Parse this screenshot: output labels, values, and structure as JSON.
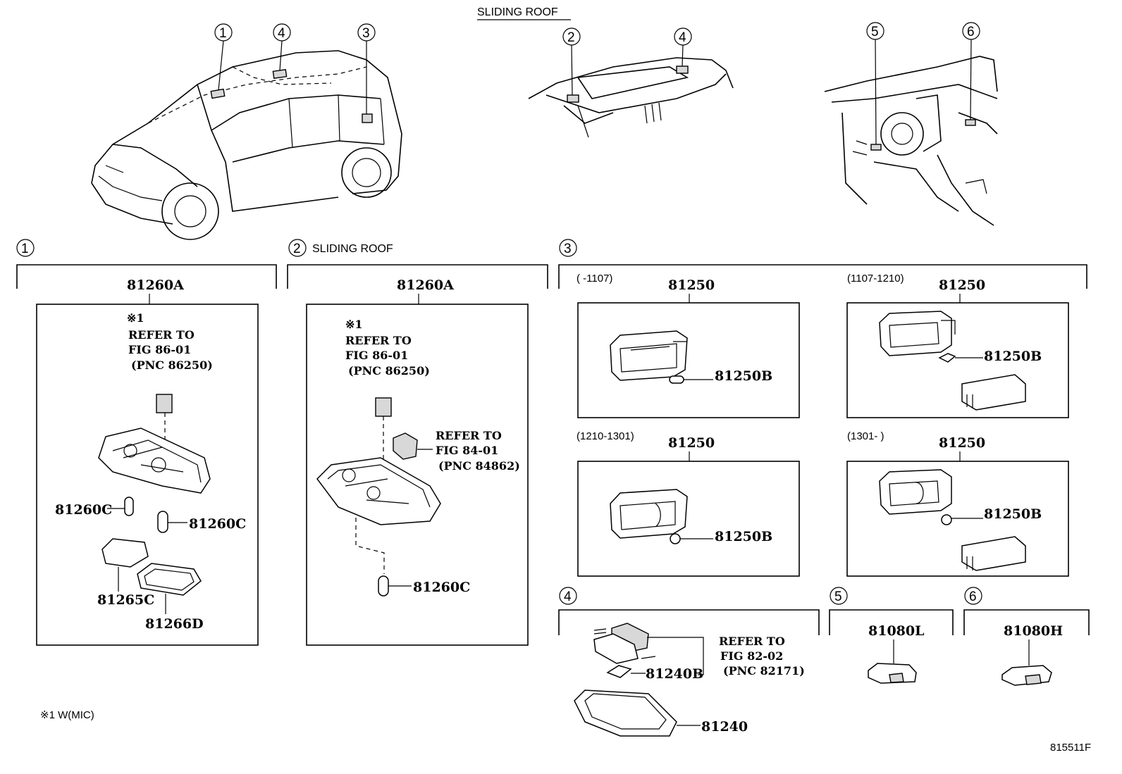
{
  "overview": {
    "sliding_roof_title": "SLIDING ROOF",
    "car_callouts": [
      "1",
      "4",
      "3"
    ],
    "roof_callouts": [
      "2",
      "4"
    ],
    "dash_callouts": [
      "5",
      "6"
    ]
  },
  "sections": {
    "s1": {
      "num": "1",
      "part": "81260A",
      "note_mark": "※1",
      "refer": [
        "REFER TO",
        "FIG 86-01",
        "(PNC 86250)"
      ],
      "parts": [
        "81260C",
        "81260C",
        "81265C",
        "81266D"
      ]
    },
    "s2": {
      "num": "2",
      "title": "SLIDING ROOF",
      "part": "81260A",
      "note_mark": "※1",
      "refer": [
        "REFER TO",
        "FIG 86-01",
        "(PNC 86250)"
      ],
      "refer2": [
        "REFER TO",
        "FIG 84-01",
        "(PNC 84862)"
      ],
      "parts": [
        "81260C"
      ]
    },
    "s3": {
      "num": "3",
      "variants": [
        {
          "date": "(      -1107)",
          "part": "81250",
          "bulb": "81250B"
        },
        {
          "date": "(1107-1210)",
          "part": "81250",
          "bulb": "81250B"
        },
        {
          "date": "(1210-1301)",
          "part": "81250",
          "bulb": "81250B"
        },
        {
          "date": "(1301-      )",
          "part": "81250",
          "bulb": "81250B"
        }
      ]
    },
    "s4": {
      "num": "4",
      "refer": [
        "REFER TO",
        "FIG 82-02",
        "(PNC 82171)"
      ],
      "parts": [
        "81240B",
        "81240"
      ]
    },
    "s5": {
      "num": "5",
      "part": "81080L"
    },
    "s6": {
      "num": "6",
      "part": "81080H"
    }
  },
  "footnote": "※1 W(MIC)",
  "figure_id": "815511F"
}
